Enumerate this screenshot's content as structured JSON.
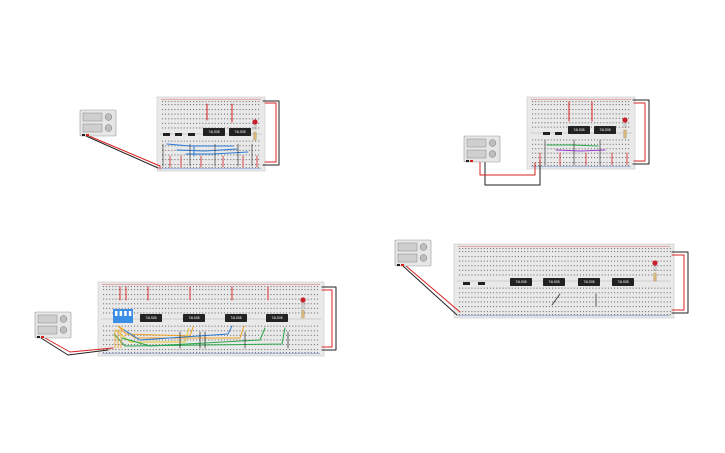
{
  "canvas": {
    "background": "#ffffff"
  },
  "colors": {
    "breadboard": "#e9e9e9",
    "breadboard_edge": "#c9c9c9",
    "hole": "#7a7a7a",
    "rail_red": "#d43a3a",
    "rail_blue": "#3a6fd4",
    "wire_red": "#d92020",
    "wire_black": "#222222",
    "wire_blue": "#2b7bd6",
    "wire_green": "#2aa84a",
    "wire_orange": "#f0a020",
    "wire_purple": "#9b3fd1",
    "chip": "#222222",
    "psu_body": "#e6e6e6",
    "psu_display": "#cfcfcf",
    "led_red": "#c8202a",
    "dip_switch": "#3a8ee6"
  },
  "circuits": [
    {
      "name": "circuit-top-left",
      "chips": [
        "74LS08",
        "74LS08"
      ],
      "small_chips": 3,
      "led": true
    },
    {
      "name": "circuit-top-right",
      "chips": [
        "74LS08",
        "74LS08"
      ],
      "small_chips": 2,
      "led": true
    },
    {
      "name": "circuit-bottom-left",
      "chips": [
        "74LS08",
        "74LS08",
        "74LS08",
        "74LS08"
      ],
      "dip_switch": true,
      "led": true
    },
    {
      "name": "circuit-bottom-right",
      "chips": [
        "74LS08",
        "74LS08",
        "74LS08",
        "74LS08"
      ],
      "small_chips": 2,
      "led": true
    }
  ]
}
